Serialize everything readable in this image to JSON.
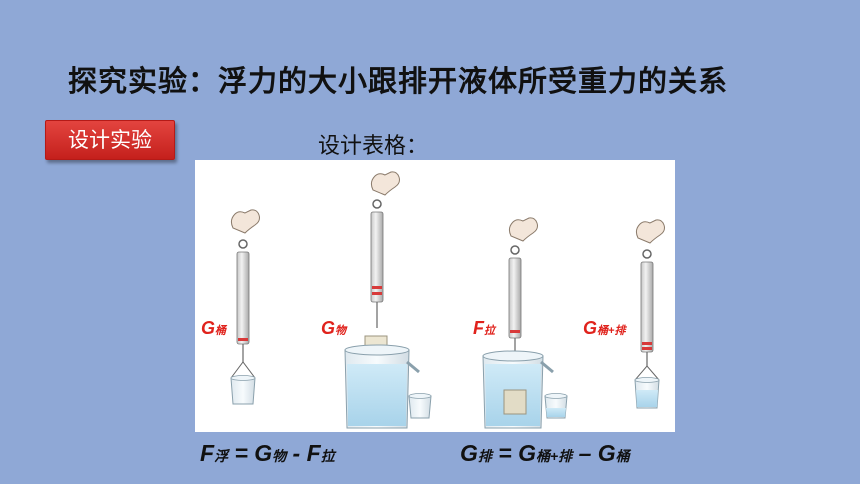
{
  "slide": {
    "title": "探究实验：浮力的大小跟排开液体所受重力的关系",
    "tag_label": "设计实验",
    "subtitle": "设计表格："
  },
  "figure": {
    "labels": [
      {
        "main": "G",
        "sub": "桶"
      },
      {
        "main": "G",
        "sub": "物"
      },
      {
        "main": "F",
        "sub": "拉"
      },
      {
        "main": "G",
        "sub": "桶+排"
      }
    ],
    "icons": [
      "hand-icon",
      "spring-scale-icon",
      "bucket-icon",
      "overflow-cup-icon",
      "weight-block-icon"
    ]
  },
  "formulas": {
    "buoyancy": {
      "f": "F",
      "f_sub": "浮",
      "eq": " = ",
      "g": "G",
      "g_sub": "物",
      "minus": " - ",
      "f2": "F",
      "f2_sub": "拉"
    },
    "displaced": {
      "g": "G",
      "g_sub": "排",
      "eq": " = ",
      "g2": "G",
      "g2_sub": "桶+排",
      "minus": " – ",
      "g3": "G",
      "g3_sub": "桶"
    }
  },
  "colors": {
    "background": "#8fa8d6",
    "tag": "#d42f2a",
    "label_red": "#e0221c",
    "water": "#bfe1f2"
  }
}
